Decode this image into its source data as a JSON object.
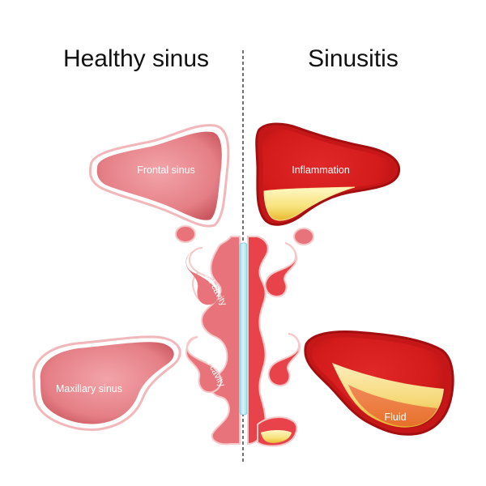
{
  "titles": {
    "left": "Healthy sinus",
    "right": "Sinusitis"
  },
  "labels": {
    "frontal_sinus": "Frontal sinus",
    "maxillary_sinus": "Maxillary sinus",
    "nasal_cavity_upper": "Nasal cavity",
    "nasal_cavity_lower": "Nasal cavity",
    "inflammation": "Inflammation",
    "fluid": "Fluid"
  },
  "colors": {
    "healthy_fill": "#e8737b",
    "healthy_inner": "#f2a3a8",
    "healthy_outline": "#f6c8c9",
    "inflamed_fill": "#d81f1f",
    "inflamed_edge": "#b91414",
    "fluid": "#fff3b0",
    "septum": "#bfe9f2",
    "divider": "#222222"
  }
}
